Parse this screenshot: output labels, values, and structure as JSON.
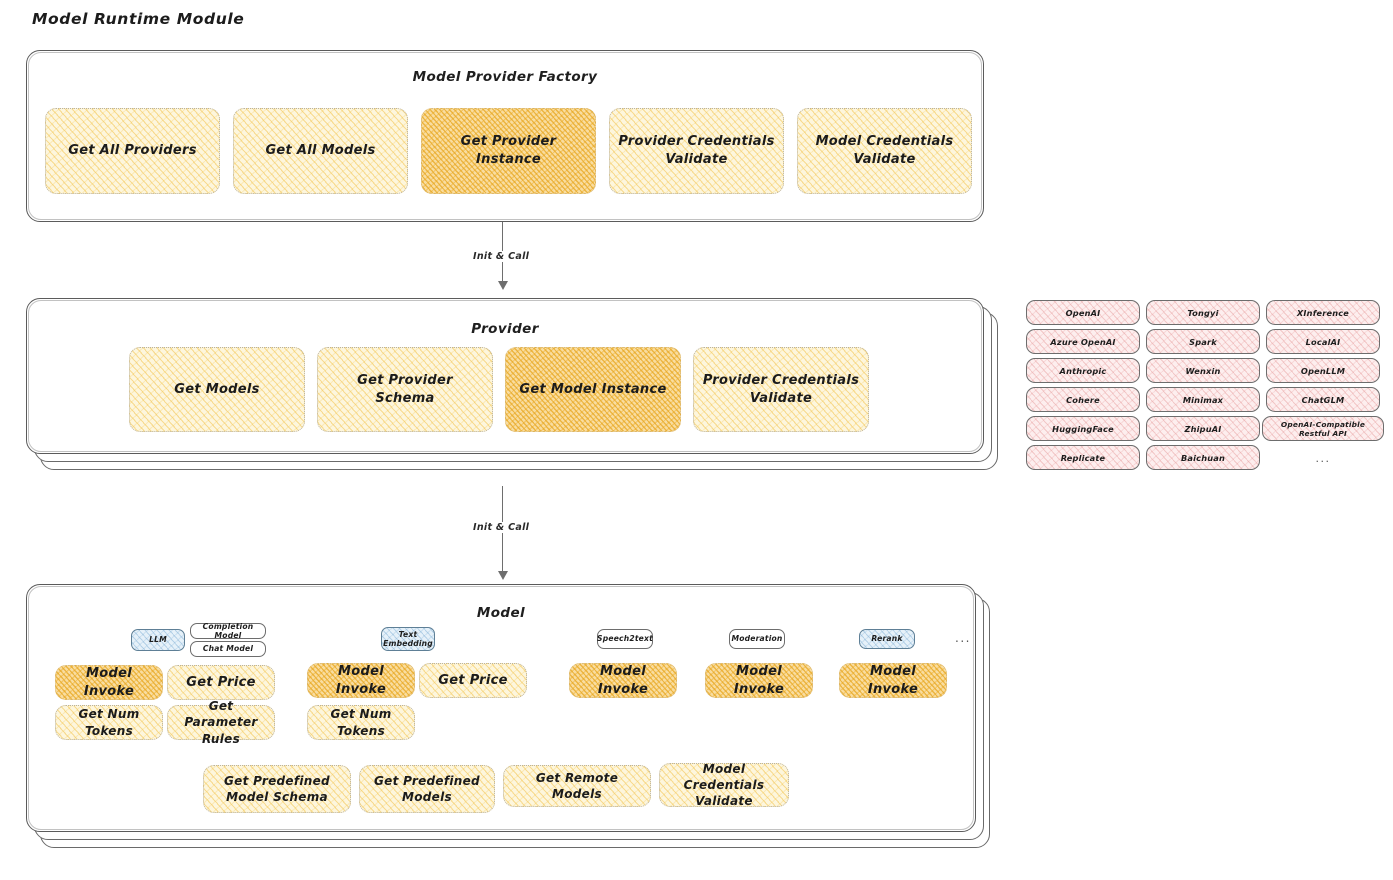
{
  "page": {
    "title": "Model Runtime Module"
  },
  "colors": {
    "node_fill": "#fdf6dd",
    "node_highlight_fill": "#f9dda0",
    "provider_chip_fill": "#fdeeee",
    "badge_blue_fill": "#e6f1f9",
    "stroke": "#5b5b5b",
    "background": "#ffffff"
  },
  "factory": {
    "title": "Model Provider Factory",
    "nodes": [
      {
        "label": "Get All Providers",
        "highlighted": false
      },
      {
        "label": "Get All Models",
        "highlighted": false
      },
      {
        "label": "Get Provider Instance",
        "highlighted": true
      },
      {
        "label": "Provider Credentials Validate",
        "highlighted": false
      },
      {
        "label": "Model Credentials Validate",
        "highlighted": false
      }
    ]
  },
  "arrows": [
    {
      "label": "Init & Call"
    },
    {
      "label": "Init & Call"
    }
  ],
  "provider": {
    "title": "Provider",
    "nodes": [
      {
        "label": "Get Models",
        "highlighted": false
      },
      {
        "label": "Get Provider Schema",
        "highlighted": false
      },
      {
        "label": "Get Model Instance",
        "highlighted": true
      },
      {
        "label": "Provider Credentials Validate",
        "highlighted": false
      }
    ]
  },
  "provider_list": {
    "column_1": [
      "OpenAI",
      "Azure OpenAI",
      "Anthropic",
      "Cohere",
      "HuggingFace",
      "Replicate"
    ],
    "column_2": [
      "Tongyi",
      "Spark",
      "Wenxin",
      "Minimax",
      "ZhipuAI",
      "Baichuan"
    ],
    "column_3": [
      "XInference",
      "LocalAI",
      "OpenLLM",
      "ChatGLM",
      "OpenAI-Compatible Restful API"
    ],
    "ellipsis": "..."
  },
  "model": {
    "title": "Model",
    "ellipsis": "...",
    "types": [
      {
        "badge": "LLM",
        "badge_style": "blue",
        "sub_badges": [
          "Completion Model",
          "Chat Model"
        ],
        "nodes": [
          {
            "label": "Model Invoke",
            "highlighted": true
          },
          {
            "label": "Get Price",
            "highlighted": false
          },
          {
            "label": "Get Num Tokens",
            "highlighted": false
          },
          {
            "label": "Get Parameter Rules",
            "highlighted": false
          }
        ]
      },
      {
        "badge": "Text Embedding",
        "badge_style": "blue",
        "sub_badges": [],
        "nodes": [
          {
            "label": "Model Invoke",
            "highlighted": true
          },
          {
            "label": "Get Price",
            "highlighted": false
          },
          {
            "label": "Get Num Tokens",
            "highlighted": false
          }
        ]
      },
      {
        "badge": "Speech2text",
        "badge_style": "plain",
        "sub_badges": [],
        "nodes": [
          {
            "label": "Model Invoke",
            "highlighted": true
          }
        ]
      },
      {
        "badge": "Moderation",
        "badge_style": "plain",
        "sub_badges": [],
        "nodes": [
          {
            "label": "Model Invoke",
            "highlighted": true
          }
        ]
      },
      {
        "badge": "Rerank",
        "badge_style": "blue",
        "sub_badges": [],
        "nodes": [
          {
            "label": "Model Invoke",
            "highlighted": true
          }
        ]
      }
    ],
    "common_nodes": [
      {
        "label": "Get Predefined Model Schema"
      },
      {
        "label": "Get Predefined Models"
      },
      {
        "label": "Get Remote Models"
      },
      {
        "label": "Model Credentials Validate"
      }
    ]
  }
}
